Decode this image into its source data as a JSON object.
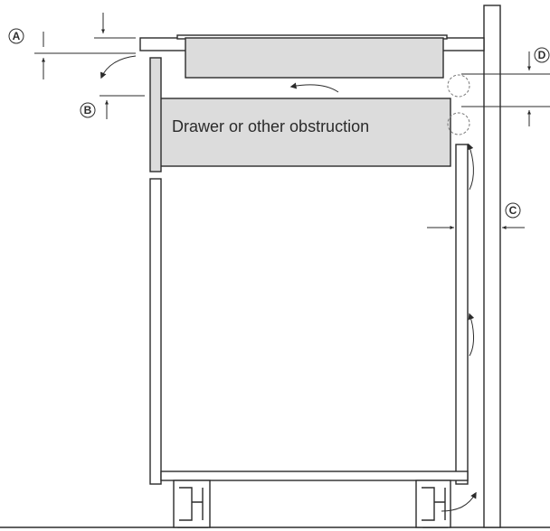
{
  "diagram": {
    "obstruction_label": "Drawer or other obstruction",
    "markers": {
      "a": "A",
      "b": "B",
      "c": "C",
      "d": "D"
    }
  }
}
